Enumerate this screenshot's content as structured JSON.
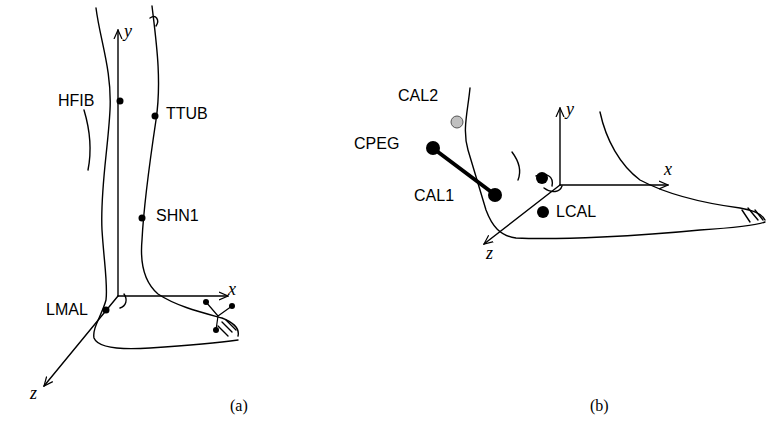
{
  "diagram": {
    "labels": [
      "HFIB",
      "TTUB",
      "SHN1",
      "LMAL",
      "y",
      "x",
      "z",
      "(a)",
      "CAL2",
      "CPEG",
      "CAL1",
      "LCAL",
      "y",
      "x",
      "z",
      "(b)"
    ]
  }
}
